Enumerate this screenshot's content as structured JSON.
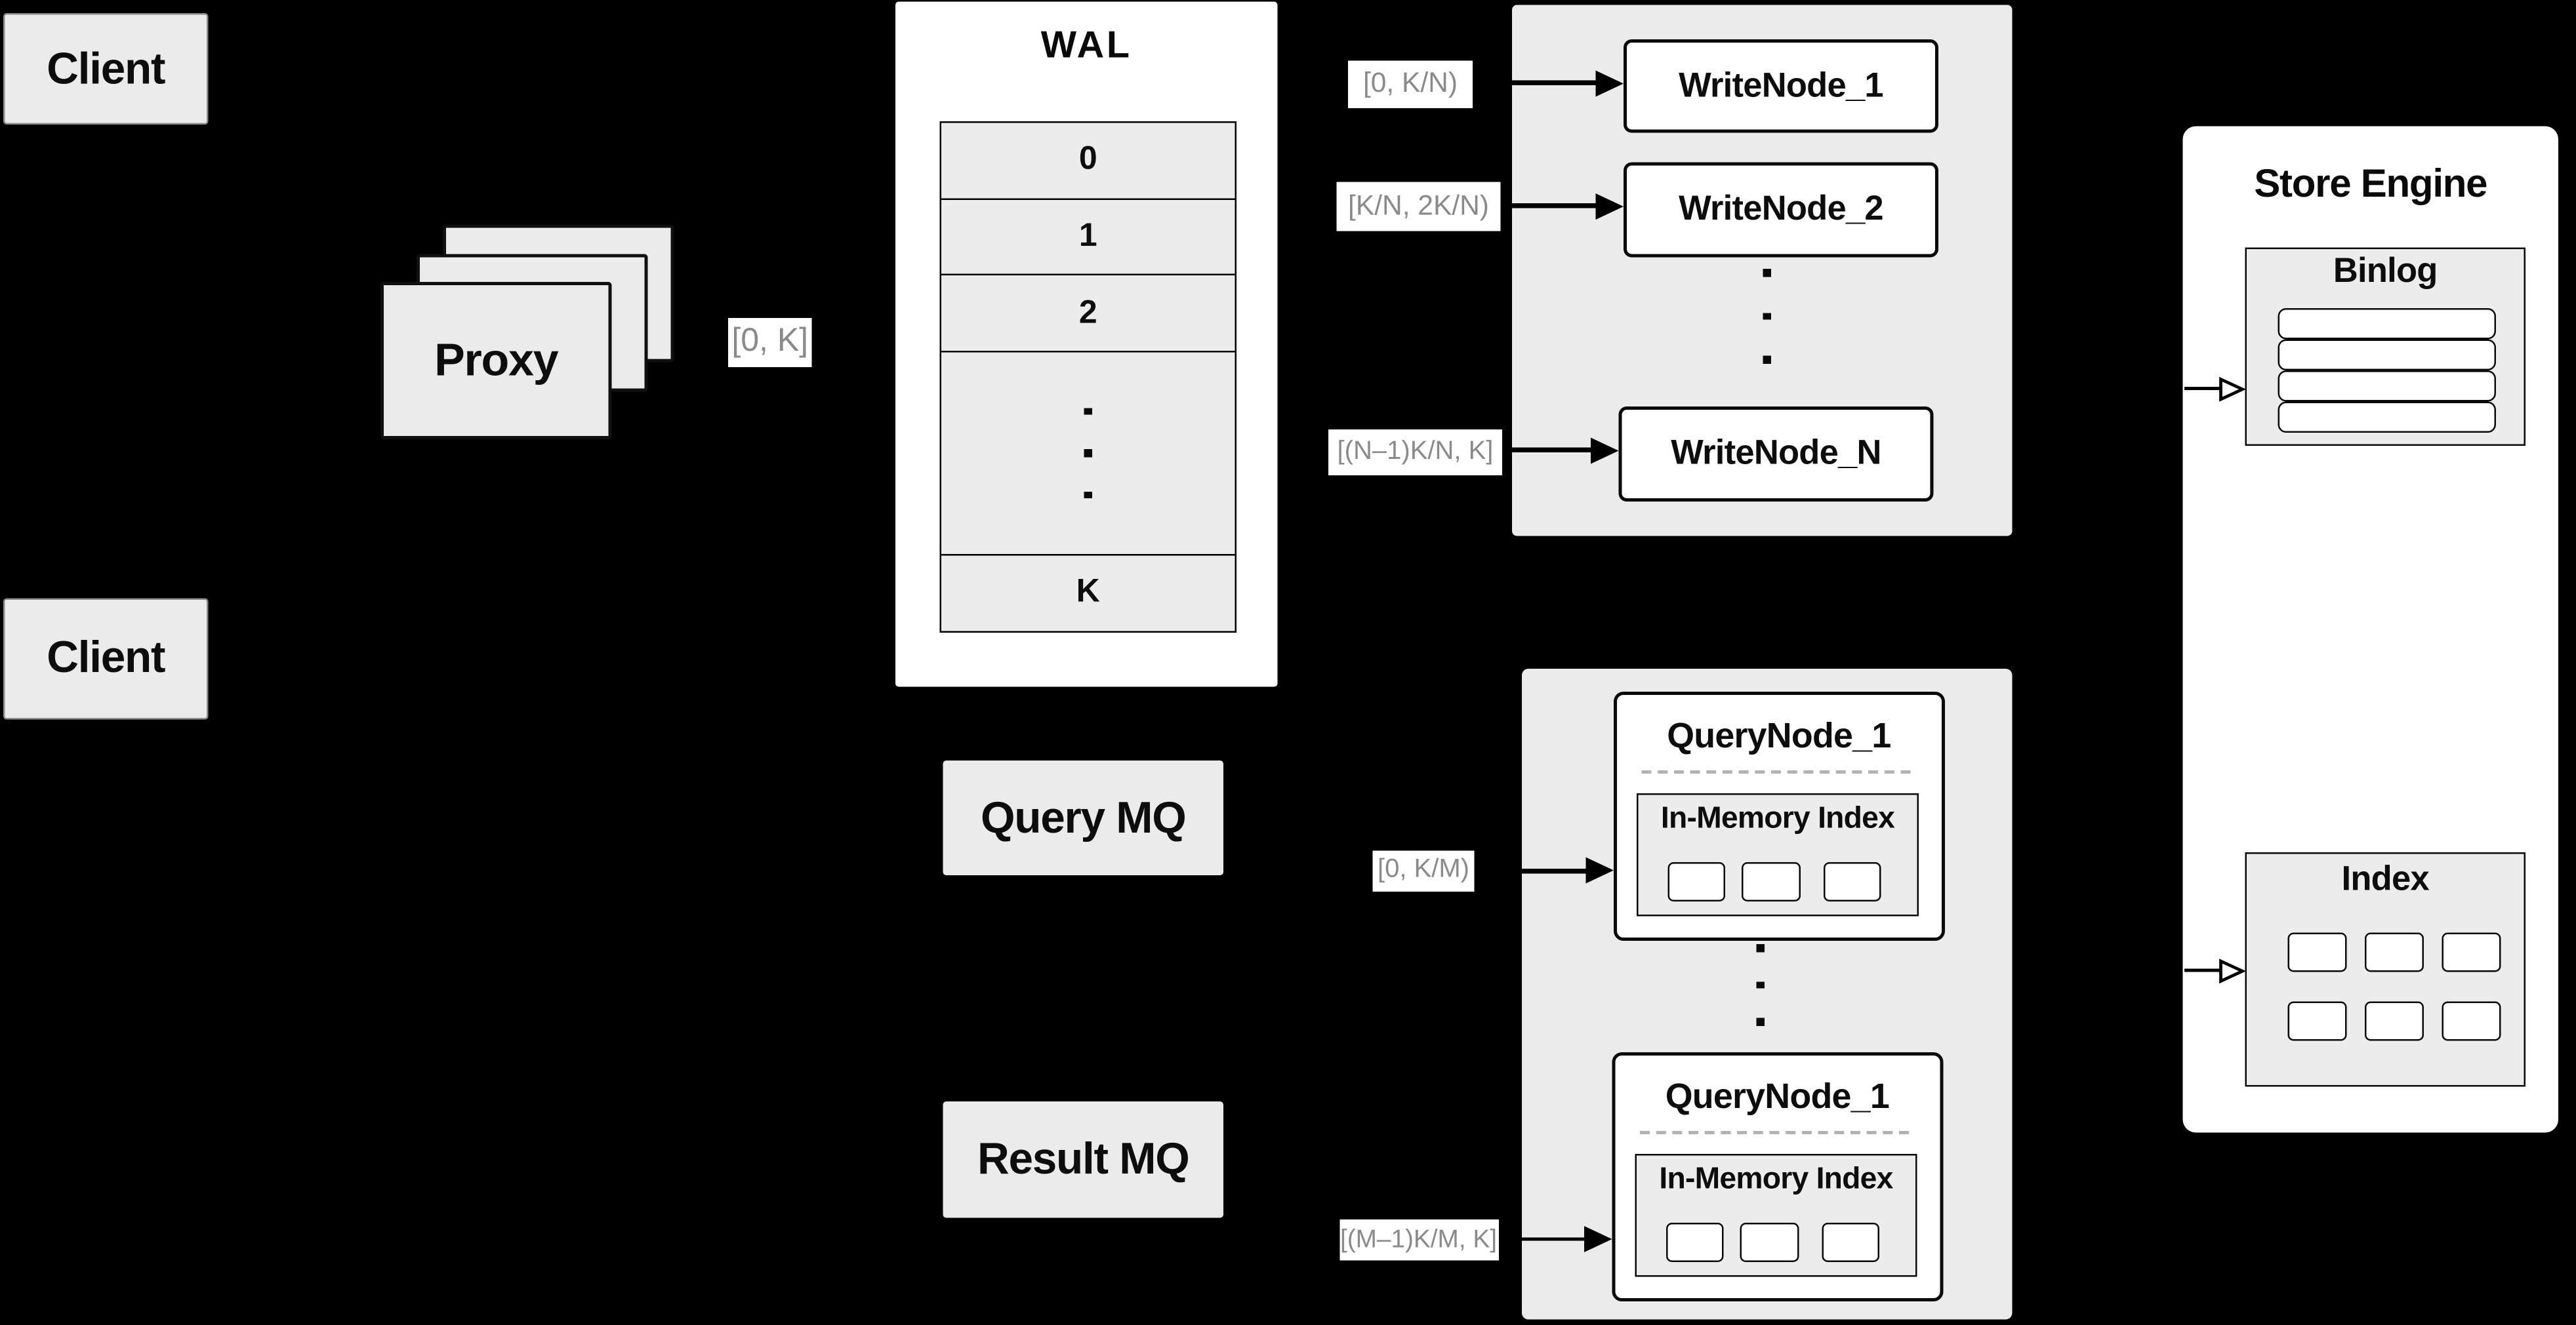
{
  "clients": {
    "top_label": "Client",
    "bottom_label": "Client"
  },
  "proxy": {
    "label": "Proxy",
    "range_label": "[0, K]"
  },
  "wal": {
    "title": "WAL",
    "rows": [
      "0",
      "1",
      "2"
    ],
    "tail_row": "K"
  },
  "write_group": {
    "nodes": [
      {
        "range": "[0,  K/N)",
        "name": "WriteNode_1"
      },
      {
        "range": "[K/N, 2K/N)",
        "name": "WriteNode_2"
      },
      {
        "range": "[(N–1)K/N,  K]",
        "name": "WriteNode_N"
      }
    ]
  },
  "mq": {
    "query_label": "Query MQ",
    "result_label": "Result MQ"
  },
  "query_group": {
    "nodes": [
      {
        "range": "[0, K/M)",
        "name": "QueryNode_1",
        "index_title": "In-Memory Index"
      },
      {
        "range": "[(M–1)K/M, K]",
        "name": "QueryNode_1",
        "index_title": "In-Memory Index"
      }
    ]
  },
  "store": {
    "title": "Store Engine",
    "binlog_title": "Binlog",
    "index_title": "Index"
  },
  "colors": {
    "background": "#000000",
    "panel_gray": "#ebebeb",
    "node_white": "#ffffff",
    "label_text": "#8a8a8a",
    "line_black": "#0a0a0a"
  }
}
